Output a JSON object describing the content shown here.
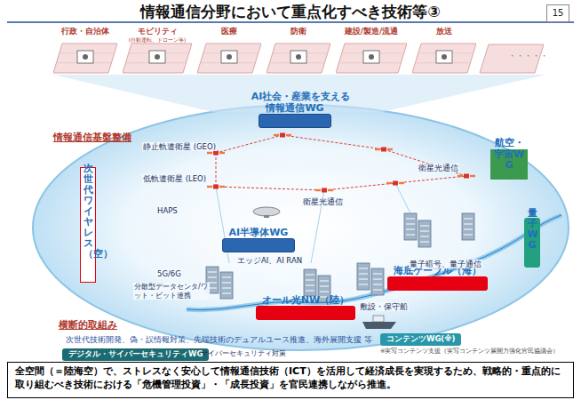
{
  "diagram": {
    "title": "情報通信分野において重点化すべき技術等③",
    "nodes": [
      {
        "text": [
          "15"
        ]
      },
      {
        "text": [
          "行政・自治体"
        ]
      },
      {
        "text": [
          "モビリティ",
          "(自動運転、ドローン等)"
        ]
      },
      {
        "text": [
          "医療"
        ]
      },
      {
        "text": [
          "防衛"
        ]
      },
      {
        "text": [
          "建設/製造/流通"
        ]
      },
      {
        "text": [
          "放送"
        ]
      },
      {
        "text": [
          "AI社会・産業を支える"
        ]
      },
      {
        "text": [
          "情報通信WG"
        ],
        "in": 7
      },
      {
        "text": [
          "次世代ワイヤレス（空）"
        ],
        "in": 7
      },
      {
        "text": [
          "航空・宇宙WG"
        ],
        "in": 7
      },
      {
        "text": [
          "量子WG"
        ],
        "in": 7
      },
      {
        "text": [
          "AI半導体WG"
        ],
        "in": 7
      },
      {
        "text": [
          "海底ケーブル（海）"
        ],
        "in": 7
      },
      {
        "text": [
          "オール光NW（陸）"
        ],
        "in": 7
      },
      {
        "text": [
          "デジタル・サイバーセキュリティWG"
        ]
      },
      {
        "text": [
          "コンテンツWG(※)"
        ]
      },
      {
        "text": [
          "全空間（＝陸海空）で、ストレスなく安心して情報通信技術（ICT）を活用して経済成長を実現するため、戦略的・重点的に取り組むべき技術における「危機管理投資」・「成長投資」を官民連携しながら推進。"
        ]
      }
    ],
    "labels": [
      "・・・・・",
      "情報通信基盤整備",
      "静止軌道衛星 (GEO)",
      "低軌道衛星 (LEO)",
      "HAPS",
      "衛星光通信",
      "衛星光通信",
      "5G/6G",
      "エッジAI、AI RAN",
      "分散型データセンタ/ワット・ビット連携",
      "量子暗号、量子通信",
      "敷設・保守船",
      "横断的取組み",
      "次世代技術開発、偽・誤情報対策、先端技術のデュアルユース推進、海外展開支援 等",
      "サイバーセキュリティ対策",
      "※実写コンテンツ支援（実写コンテンツ展開力強化官民協議会）"
    ]
  }
}
